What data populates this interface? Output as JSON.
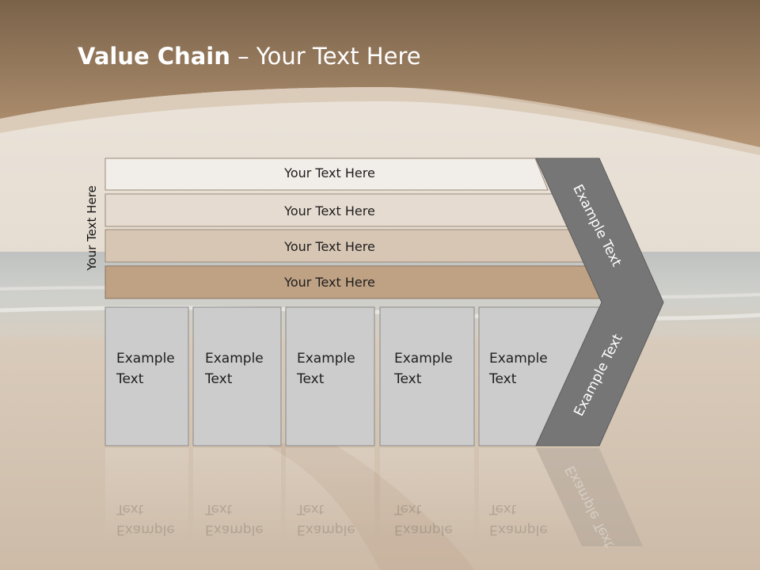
{
  "slide": {
    "title_bold": "Value Chain",
    "title_rest": " – Your Text Here",
    "side_label": "Your Text Here"
  },
  "bars": [
    {
      "label": "Your Text Here",
      "fill": "#f1ede8"
    },
    {
      "label": "Your Text Here",
      "fill": "#e6dbd0"
    },
    {
      "label": "Your Text Here",
      "fill": "#d8c6b4"
    },
    {
      "label": "Your Text Here",
      "fill": "#bfa183"
    }
  ],
  "boxes": [
    {
      "label": "Example\nText"
    },
    {
      "label": "Example\nText"
    },
    {
      "label": "Example\nText"
    },
    {
      "label": "Example\nText"
    },
    {
      "label": "Example\nText"
    }
  ],
  "chevron": {
    "top_label": "Example Text",
    "bottom_label": "Example Text",
    "fill": "#767676"
  },
  "colors": {
    "header": "#a5835f",
    "box_fill": "#cccccc",
    "box_stroke": "#8a8a8a"
  }
}
